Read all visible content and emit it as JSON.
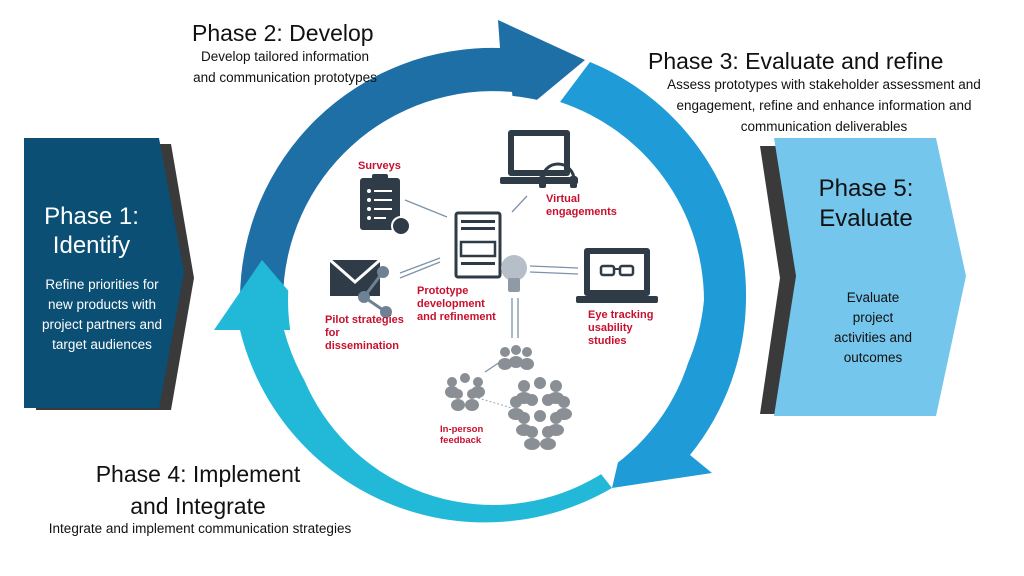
{
  "phase1": {
    "title_line1": "Phase 1:",
    "title_line2": "Identify",
    "desc": "Refine priorities for new products with project partners and target audiences"
  },
  "phase2": {
    "title": "Phase 2: Develop",
    "desc": "Develop tailored information and communication prototypes"
  },
  "phase3": {
    "title": "Phase 3: Evaluate and refine",
    "desc": "Assess prototypes with stakeholder assessment and engagement, refine and enhance information and communication deliverables"
  },
  "phase4": {
    "title_line1": "Phase 4: Implement",
    "title_line2": "and Integrate",
    "desc": "Integrate and implement communication strategies"
  },
  "phase5": {
    "title_line1": "Phase 5:",
    "title_line2": "Evaluate",
    "desc": "Evaluate project activities and outcomes"
  },
  "center": {
    "surveys": "Surveys",
    "virtual": "Virtual engagements",
    "prototype": "Prototype development and refinement",
    "eye_tracking": "Eye tracking usability studies",
    "pilot": "Pilot strategies for dissemination",
    "in_person": "In-person feedback"
  },
  "colors": {
    "phase1_box": "#0b4f74",
    "phase5_box": "#74c6ec",
    "shadow": "#3a3a3a",
    "ring_dark": "#1e6fa6",
    "ring_mid": "#1f9bd7",
    "ring_light": "#22b8d8",
    "accent_red": "#c8102e",
    "icon_dark": "#2f3b47"
  },
  "icons": [
    "clipboard-icon",
    "laptop-headset-icon",
    "document-icon",
    "lightbulb-icon",
    "laptop-glasses-icon",
    "envelope-share-icon",
    "small-group-icon",
    "crowd-icon"
  ]
}
